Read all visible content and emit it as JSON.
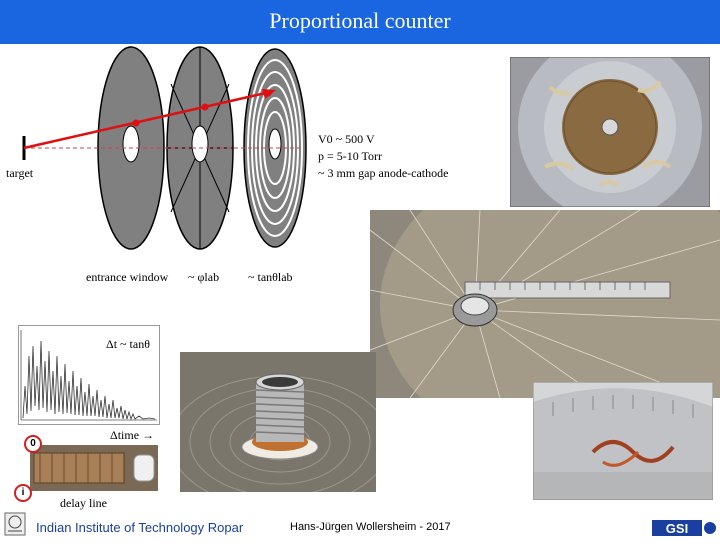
{
  "header": {
    "title": "Proportional counter"
  },
  "diagram": {
    "target_label": "target",
    "params": [
      "V0 ~ 500 V",
      "p = 5-10 Torr",
      "~ 3 mm gap anode-cathode"
    ],
    "entrance_window_label": "entrance window",
    "phi_label": "~ φlab",
    "tan_label": "~ tanθlab"
  },
  "spectrum": {
    "dt_label": "Δt ~ tanθ",
    "time_label": "Δtime →",
    "marker_0": "0",
    "marker_i": "i"
  },
  "delay_line_label": "delay line",
  "footer": {
    "institute": "Indian Institute of Technology Ropar",
    "author": "Hans-Jürgen Wollersheim - 2017",
    "logo_text": "GSI"
  },
  "colors": {
    "header_blue": "#1a66e0",
    "institute_blue": "#1a3fa0",
    "disk_gray": "#808080",
    "beam_red": "#dd1111"
  }
}
